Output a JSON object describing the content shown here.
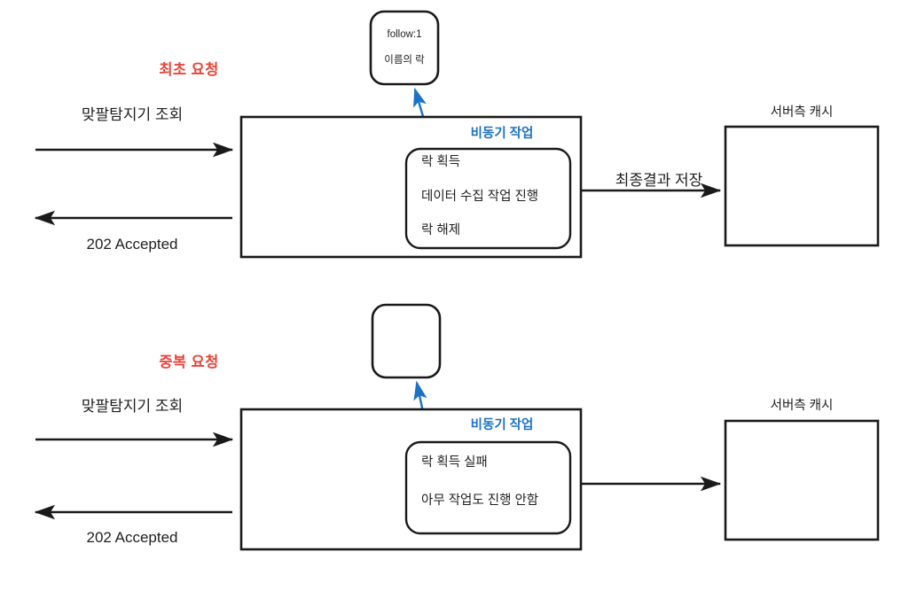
{
  "diagram": {
    "title": "Async lock-based duplicate request handling",
    "colors": {
      "section_label": "#e8443a",
      "async_label": "#1c72c4",
      "stroke": "#1a1a1a",
      "arrow_blue": "#1c72c4",
      "background": "#ffffff"
    },
    "sections": [
      {
        "id": "first-request",
        "section_label": "최초 요청",
        "request_label": "맞팔탐지기 조회",
        "response_label": "202 Accepted",
        "async_label": "비동기 작업",
        "inner_steps": [
          "락 획득",
          "데이터 수집 작업 진행",
          "락 해제"
        ],
        "store_label": "최종결과 저장",
        "cache_label": "서버측 캐시",
        "lock_lines": [
          "follow:1",
          "이름의 락"
        ]
      },
      {
        "id": "duplicate-request",
        "section_label": "중복 요청",
        "request_label": "맞팔탐지기 조회",
        "response_label": "202 Accepted",
        "async_label": "비동기 작업",
        "inner_steps": [
          "락 획득 실패",
          "아무 작업도 진행 안함"
        ],
        "store_label": "",
        "cache_label": "서버측 캐시",
        "lock_lines": []
      }
    ]
  }
}
